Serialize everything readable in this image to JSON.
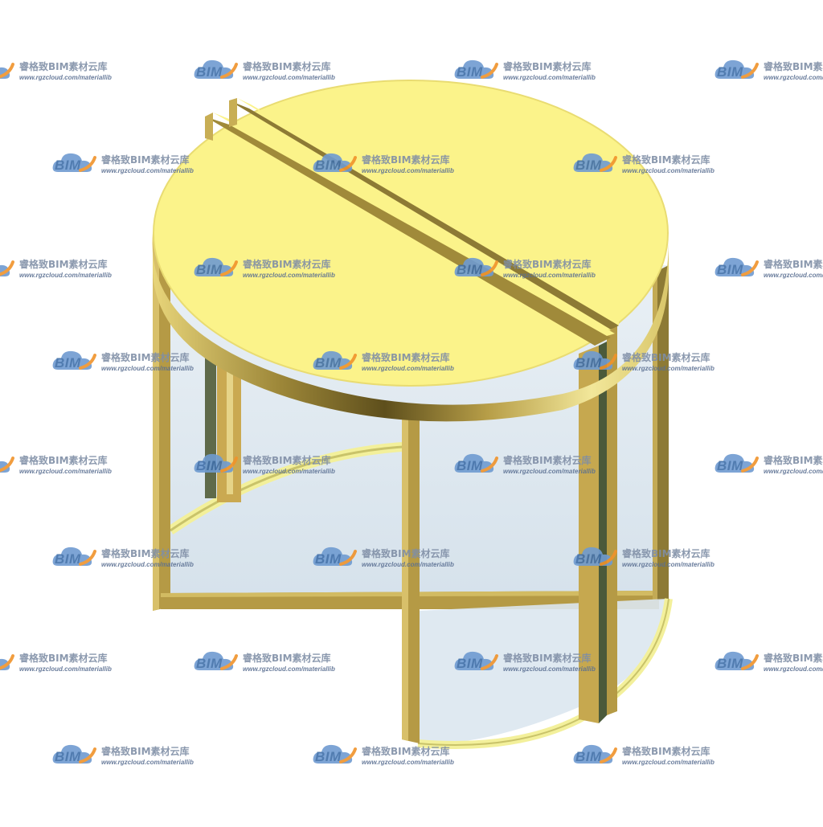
{
  "scene": {
    "subject": "revolving door",
    "colors": {
      "canopy_top": "#fbf38a",
      "canopy_edge": "#b8a24e",
      "frame": "#b59a45",
      "frame_dark": "#6f5e26",
      "glass": "#dbe7f0",
      "floor_ring": "#f3f09b"
    }
  },
  "watermark": {
    "logo_text": "BIM",
    "brand": "睿格致BIM素材云库",
    "url": "www.rgzcloud.com/materiallib",
    "icon": "cloud-icon",
    "accent": "#f0932b",
    "logo_color": "#3f6ea8"
  }
}
